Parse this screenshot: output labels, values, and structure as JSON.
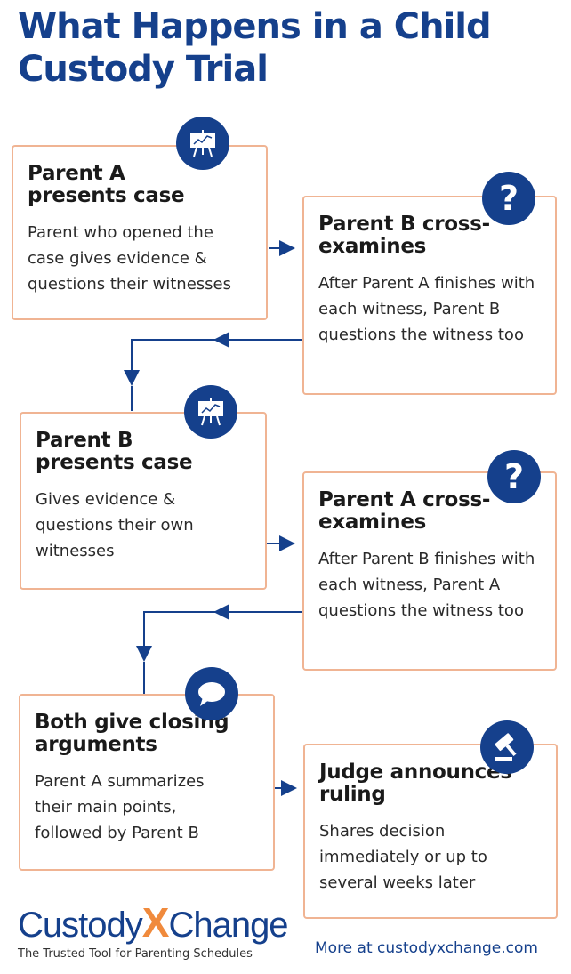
{
  "title": "What Happens in a Child Custody Trial",
  "steps": [
    {
      "heading": "Parent A presents case",
      "body": "Parent who opened the case gives evidence & questions their witnesses",
      "icon": "presentation-easel-icon"
    },
    {
      "heading": "Parent B cross-examines",
      "body": "After Parent A finishes with each witness, Parent B questions the witness too",
      "icon": "question-mark-icon"
    },
    {
      "heading": "Parent B presents case",
      "body": "Gives evidence & questions their own witnesses",
      "icon": "presentation-easel-icon"
    },
    {
      "heading": "Parent A cross-examines",
      "body": "After Parent B finishes with each witness, Parent A questions the witness too",
      "icon": "question-mark-icon"
    },
    {
      "heading": "Both give closing arguments",
      "body": "Parent A summarizes their main points, followed by Parent B",
      "icon": "speech-bubble-icon"
    },
    {
      "heading": "Judge announces ruling",
      "body": "Shares decision immediately or up to several weeks later",
      "icon": "gavel-icon"
    }
  ],
  "icon_glyphs": {
    "question": "?"
  },
  "logo": {
    "custody": "Custody",
    "x": "X",
    "change": "Change",
    "tagline": "The Trusted Tool for Parenting Schedules"
  },
  "footer_link": "More at custodyxchange.com",
  "colors": {
    "brand_blue": "#15408c",
    "card_border": "#f0b493",
    "logo_orange": "#f08a3c"
  }
}
